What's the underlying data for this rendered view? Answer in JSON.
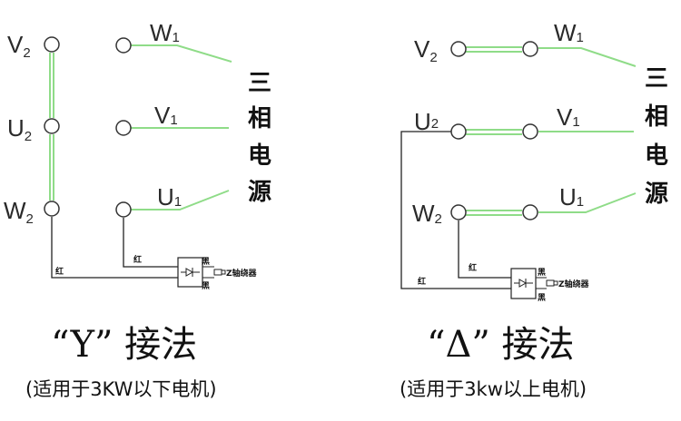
{
  "colors": {
    "link_wire": "#8fdc88",
    "signal_wire": "#222222",
    "text": "#111111"
  },
  "star_diagram": {
    "title": "“Y” 接法",
    "note": "(适用于3KW以下电机)",
    "terminals_left": [
      {
        "name": "V",
        "sub": "2"
      },
      {
        "name": "U",
        "sub": "2"
      },
      {
        "name": "W",
        "sub": "2"
      }
    ],
    "terminals_right": [
      {
        "name": "W",
        "sub": "1"
      },
      {
        "name": "V",
        "sub": "1"
      },
      {
        "name": "U",
        "sub": "1"
      }
    ],
    "power_label": [
      "三",
      "相",
      "电",
      "源"
    ],
    "wire_labels": {
      "red_1": "红",
      "red_2": "红",
      "black_top": "黑",
      "black_bottom": "黑",
      "sensor": "Z轴绕器"
    }
  },
  "delta_diagram": {
    "title": "“Δ” 接法",
    "note": "(适用于3kw以上电机)",
    "terminals_left": [
      {
        "name": "V",
        "sub": "2"
      },
      {
        "name": "U",
        "sub": "2"
      },
      {
        "name": "W",
        "sub": "2"
      }
    ],
    "terminals_right": [
      {
        "name": "W",
        "sub": "1"
      },
      {
        "name": "V",
        "sub": "1"
      },
      {
        "name": "U",
        "sub": "1"
      }
    ],
    "power_label": [
      "三",
      "相",
      "电",
      "源"
    ],
    "wire_labels": {
      "red_1": "红",
      "red_2": "红",
      "black_top": "黑",
      "black_bottom": "黑",
      "sensor": "Z轴绕器"
    }
  }
}
